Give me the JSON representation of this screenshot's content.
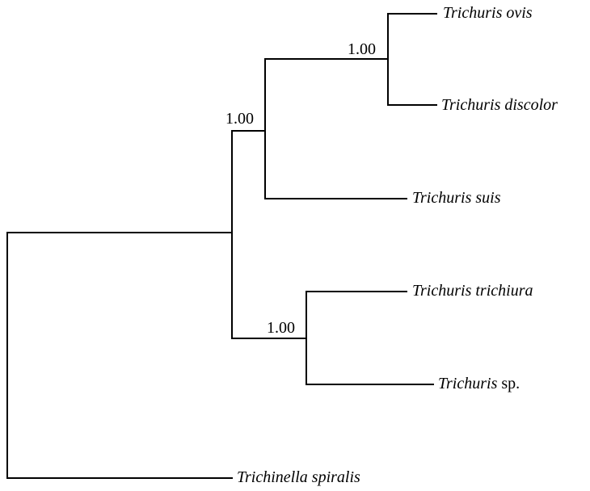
{
  "tree": {
    "taxa": [
      {
        "id": "t_ovis",
        "genus": "Trichuris",
        "species": "ovis",
        "suffix": ""
      },
      {
        "id": "t_discolor",
        "genus": "Trichuris",
        "species": "discolor",
        "suffix": ""
      },
      {
        "id": "t_suis",
        "genus": "Trichuris",
        "species": "suis",
        "suffix": ""
      },
      {
        "id": "t_trichiura",
        "genus": "Trichuris",
        "species": "trichiura",
        "suffix": ""
      },
      {
        "id": "t_sp",
        "genus": "Trichuris",
        "species": "",
        "suffix": "sp."
      },
      {
        "id": "t_spiralis",
        "genus": "Trichinella",
        "species": "spiralis",
        "suffix": ""
      }
    ],
    "support_values": {
      "ovis_discolor": "1.00",
      "suis_clade": "1.00",
      "trichiura_sp": "1.00"
    },
    "line_color": "#000000"
  }
}
